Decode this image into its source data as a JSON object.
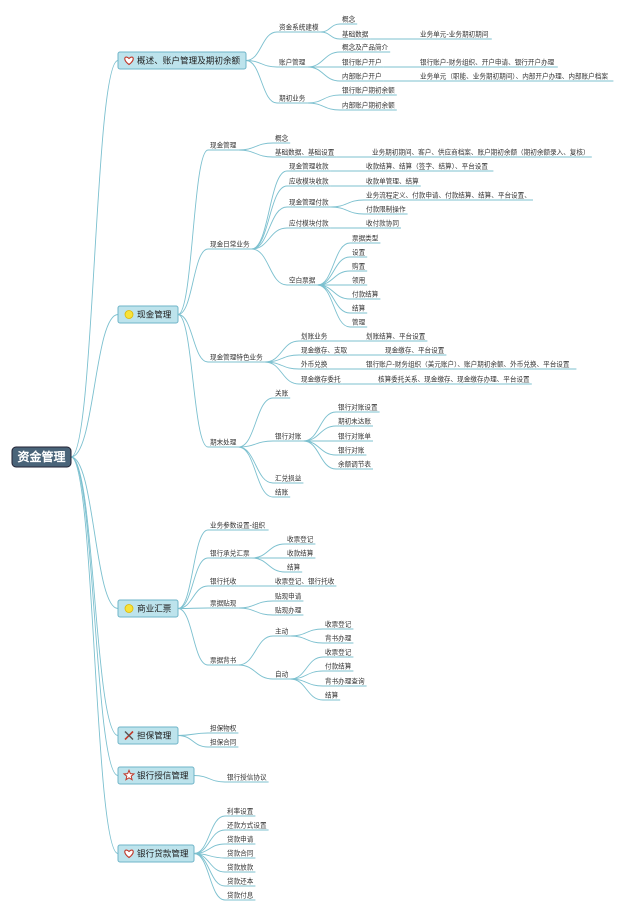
{
  "root": "资金管理",
  "branches": [
    {
      "label": "概述、账户管理及期初余额",
      "icon": "heart-icon"
    },
    {
      "label": "现金管理",
      "icon": "sun-icon"
    },
    {
      "label": "商业汇票",
      "icon": "sun-icon"
    },
    {
      "label": "担保管理",
      "icon": "tools-icon"
    },
    {
      "label": "银行授信管理",
      "icon": "star-icon"
    },
    {
      "label": "银行贷款管理",
      "icon": "heart-icon"
    }
  ],
  "texts": [
    "资金系统建模",
    "概念",
    "基础数据",
    "业务单元-业务期初期间",
    "账户管理",
    "概念及产品简介",
    "银行账户开户",
    "银行账户-财务组织、开户申请、银行开户办理",
    "内部账户开户",
    "业务单元（职能、业务期初期间）、内部开户办理、内部账户档案",
    "期初业务",
    "银行账户期初余额",
    "内部账户期初余额",
    "现金管理",
    "概念",
    "基础数据、基础设置",
    "业务期初期间、客户、供应商档案、账户期初余额（期初余额录入、复核）",
    "现金日常业务",
    "现金管理收款",
    "收款结算、结算（签字、结算）、平台设置",
    "应收模块收款",
    "收款单管理、结算",
    "现金管理付款",
    "业务流程定义、付款申请、付款结算、结算、平台设置、",
    "付款限制操作",
    "应付模块付款",
    "收付款协同",
    "空白票据",
    "票据类型",
    "设置",
    "购置",
    "领用",
    "付款结算",
    "结算",
    "管理",
    "现金管理特色业务",
    "划账业务",
    "划账结算、平台设置",
    "现金缴存、支取",
    "现金缴存、平台设置",
    "外币兑换",
    "银行账户-财务组织（美元账户）、账户期初余额、外币兑换、平台设置",
    "现金缴存委托",
    "核算委托关系、现金缴存、现金缴存办理、平台设置",
    "期末处理",
    "关账",
    "银行对账",
    "银行对账设置",
    "期初未达账",
    "银行对账单",
    "银行对账",
    "余额调节表",
    "汇兑损益",
    "结账",
    "业务参数设置-组织",
    "银行承兑汇票",
    "收票登记",
    "收款结算",
    "结算",
    "银行托收",
    "收票登记、银行托收",
    "票据贴现",
    "贴现申请",
    "贴现办理",
    "票据背书",
    "主动",
    "收票登记",
    "背书办理",
    "自动",
    "收票登记",
    "付款结算",
    "背书办理查询",
    "结算",
    "担保物权",
    "担保合同",
    "银行授信协议",
    "利率设置",
    "还款方式设置",
    "贷款申请",
    "贷款合同",
    "贷款放款",
    "贷款还本",
    "贷款付息"
  ]
}
